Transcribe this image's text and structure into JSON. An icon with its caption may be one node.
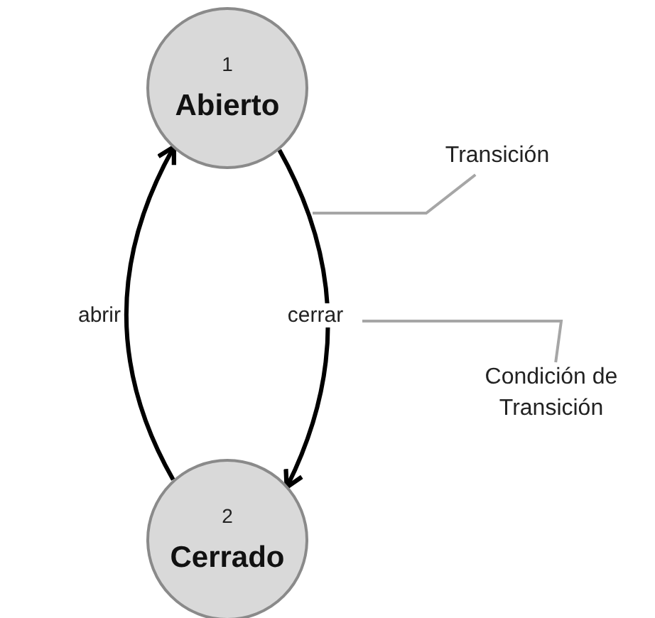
{
  "diagram": {
    "nodes": [
      {
        "text": [
          "1",
          "Abierto"
        ]
      },
      {
        "text": [
          "2",
          "Cerrado"
        ]
      },
      {
        "text": [
          "Transición"
        ]
      },
      {
        "text": [
          "Condición de Transición"
        ]
      }
    ],
    "edges": [
      {
        "from": 0,
        "to": 1,
        "arrow": "to",
        "label": "cerrar"
      },
      {
        "from": 1,
        "to": 0,
        "arrow": "to",
        "label": "abrir"
      },
      {
        "from": 2,
        "to": null,
        "arrow": "none",
        "color": "#a6a6a6"
      },
      {
        "from": 3,
        "to": null,
        "arrow": "none",
        "color": "#a6a6a6"
      }
    ]
  }
}
